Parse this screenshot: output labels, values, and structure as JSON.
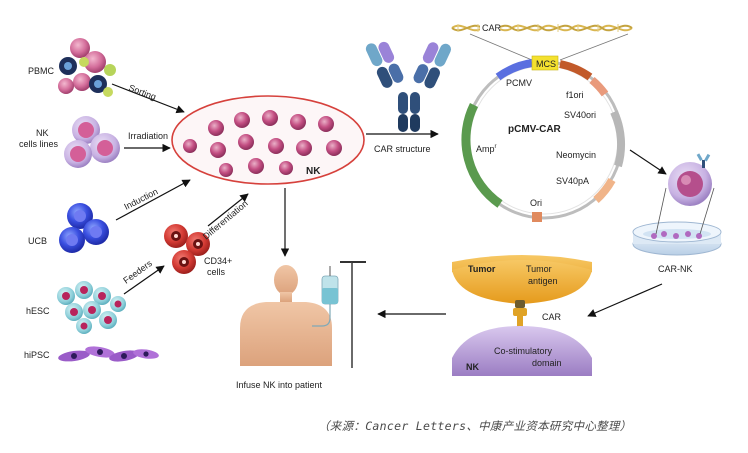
{
  "sources": {
    "pbmc": "PBMC",
    "nk_lines": "NK\ncells lines",
    "ucb": "UCB",
    "hesc": "hESC",
    "hipsc": "hiPSC"
  },
  "arrows": {
    "sorting": "Sorting",
    "irradiation": "Irradiation",
    "induction": "Induction",
    "feeders": "Feeders",
    "differentiation": "Differentiation"
  },
  "cd34": "CD34+\ncells",
  "nk_pool": "NK",
  "car_structure": "CAR structure",
  "plasmid": {
    "name": "pCMV-CAR",
    "car": "CAR",
    "mcs": "MCS",
    "pcmv": "PCMV",
    "f1ori": "f1ori",
    "sv40ori": "SV40ori",
    "neomycin": "Neomycin",
    "sv40pa": "SV40pA",
    "ori": "Ori",
    "amp": "Amp",
    "amp_sup": "r"
  },
  "car_nk": "CAR-NK",
  "synapse": {
    "tumor": "Tumor",
    "tumor_antigen": "Tumor\nantigen",
    "car": "CAR",
    "nk": "NK",
    "costim": "Co-stimulatory\ndomain"
  },
  "infuse": "Infuse NK into patient",
  "source_note": "（来源：Cancer Letters、中康产业资本研究中心整理）",
  "colors": {
    "nk_cell": "#c0477a",
    "red_ring": "#d6413c",
    "tumor": "#f2b53a",
    "nk_membrane": "#a98ec8",
    "ampr": "#5a9a4e",
    "antibody": "#2f4f7a"
  }
}
